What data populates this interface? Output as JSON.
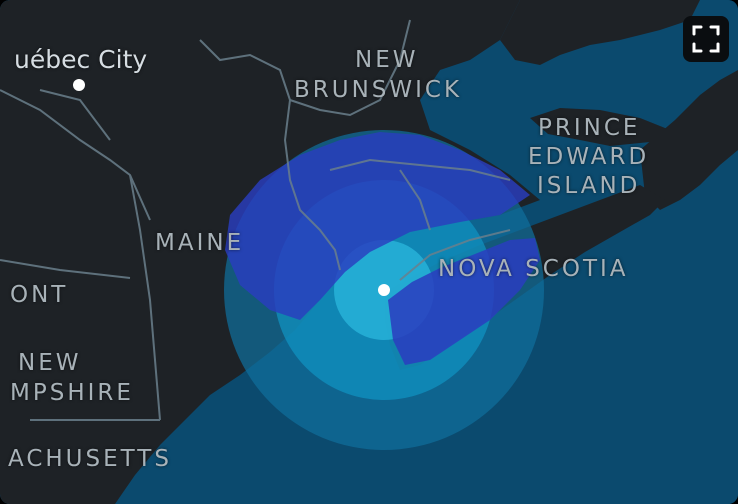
{
  "map": {
    "colors": {
      "ocean": "#0b4a6e",
      "land": "#1e2226",
      "border": "#6a7f8c",
      "outer_ring": "#0f6f9c",
      "middle_ring": "#1193c2",
      "inner_ring": "#27b2d8",
      "precip": "#2a3dbf"
    },
    "city": {
      "name": "uébec City"
    },
    "labels": {
      "new_brunswick_1": "NEW",
      "new_brunswick_2": "BRUNSWICK",
      "pei_1": "PRINCE",
      "pei_2": "EDWARD",
      "pei_3": "ISLAND",
      "maine": "MAINE",
      "nova_scotia": "NOVA SCOTIA",
      "vermont": "ONT",
      "new_hampshire_1": "NEW",
      "new_hampshire_2": "MPSHIRE",
      "massachusetts": "ACHUSETTS"
    },
    "fullscreen_icon": "fullscreen-icon"
  }
}
